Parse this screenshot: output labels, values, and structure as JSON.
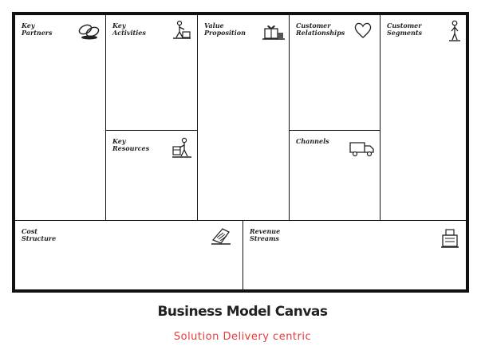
{
  "canvas": {
    "key_partners": "Key\nPartners",
    "key_activities": "Key\nActivities",
    "key_resources": "Key\nResources",
    "value_proposition": "Value\nProposition",
    "customer_relationships": "Customer\nRelationships",
    "channels": "Channels",
    "customer_segments": "Customer\nSegments",
    "cost_structure": "Cost\nStructure",
    "revenue_streams": "Revenue\nStreams"
  },
  "icons": {
    "key_partners": "chain-link-icon",
    "key_activities": "worker-icon",
    "key_resources": "person-resource-icon",
    "value_proposition": "gift-box-icon",
    "customer_relationships": "heart-icon",
    "channels": "delivery-truck-icon",
    "customer_segments": "standing-person-icon",
    "cost_structure": "price-tag-icon",
    "revenue_streams": "cash-register-icon"
  },
  "footer": {
    "title": "Business Model Canvas",
    "subtitle": "Solution Delivery centric",
    "subtitle_color": "#e53b3b"
  }
}
